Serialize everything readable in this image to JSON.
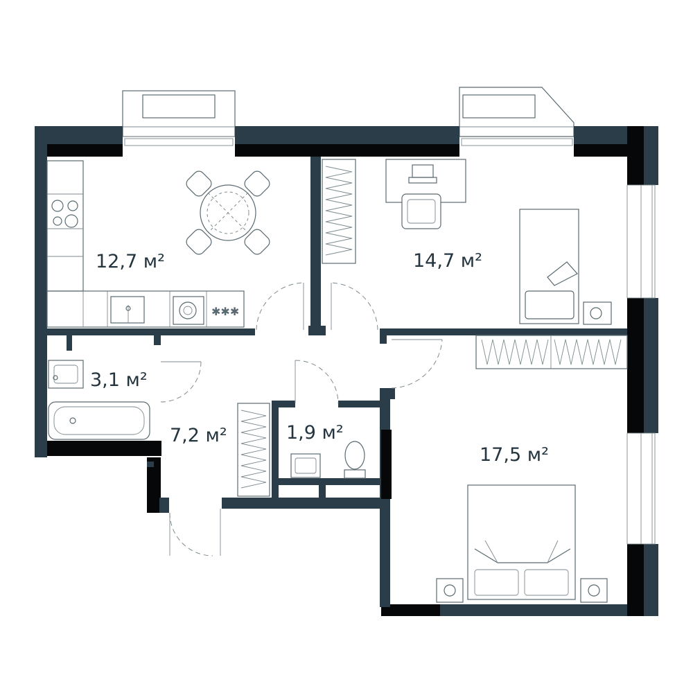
{
  "colors": {
    "wall": "#2a3d48",
    "wall_dark": "#050708",
    "furniture_stroke": "#5a6a72",
    "background": "#ffffff"
  },
  "rooms": {
    "kitchen": {
      "area": "12,7 м²"
    },
    "study_bedroom": {
      "area": "14,7 м²"
    },
    "bathroom": {
      "area": "3,1 м²"
    },
    "hall": {
      "area": "7,2 м²"
    },
    "wc": {
      "area": "1,9 м²"
    },
    "master_bedroom": {
      "area": "17,5 м²"
    }
  },
  "icons": [
    "dining-table-icon",
    "chair-icon",
    "cooktop-icon",
    "sink-icon",
    "washing-machine-icon",
    "stove-icon",
    "bathtub-icon",
    "toilet-icon",
    "wardrobe-icon",
    "desk-icon",
    "laptop-icon",
    "bed-icon",
    "double-bed-icon",
    "nightstand-icon",
    "balcony-icon"
  ]
}
